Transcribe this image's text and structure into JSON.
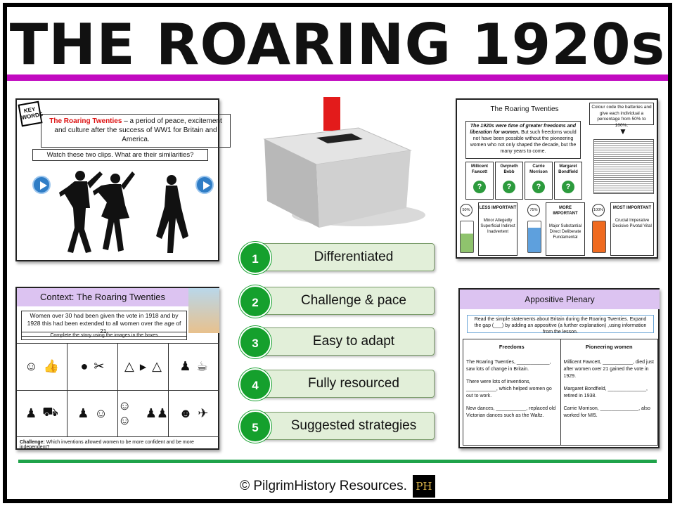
{
  "title": "THE ROARING 1920s",
  "footer": {
    "text": "© PilgrimHistory Resources.",
    "logo": "PH"
  },
  "colors": {
    "title_bar": "#c10ac0",
    "bottom_bar": "#1fa34a",
    "number_badge": "#15a02d",
    "pill": "#e2efd9",
    "header_purple": "#dcc3f1"
  },
  "features": [
    {
      "num": "1",
      "label": "Differentiated"
    },
    {
      "num": "2",
      "label": "Challenge & pace"
    },
    {
      "num": "3",
      "label": "Easy to adapt"
    },
    {
      "num": "4",
      "label": "Fully resourced"
    },
    {
      "num": "5",
      "label": "Suggested strategies"
    }
  ],
  "card1": {
    "key_words": "KEY WORDS",
    "term": "The Roaring Twenties",
    "definition": " – a period of peace, excitement and culture after the success of WW1 for Britain and America.",
    "clip_prompt": "Watch these two clips. What are their similarities?"
  },
  "card2": {
    "heading": "The Roaring Twenties",
    "intro_bold": "The 1920s were time of greater freedoms and liberation for women.",
    "intro_rest": " But such freedoms would not have been possible without the pioneering women who not only shaped the decade, but the many years to come.",
    "note": "Colour code the batteries and give each individual a percentage from 50% to 100%.",
    "names": [
      "Millicent Fawcett",
      "Gwyneth Bebb",
      "Carrie Morrison",
      "Margaret Bondfield"
    ],
    "levels": [
      {
        "pct": "50%",
        "heading": "LESS IMPORTANT",
        "words": "Minor Allegedly Superficial Indirect Inadvertent"
      },
      {
        "pct": "75%",
        "heading": "MORE IMPORTANT",
        "words": "Major Substantial Direct Deliberate Fundamental"
      },
      {
        "pct": "100%",
        "heading": "MOST IMPORTANT",
        "words": "Crucial Imperative Decisive Pivotal Vital"
      }
    ]
  },
  "card3": {
    "heading": "Context: The Roaring Twenties",
    "text": "Women over 30 had been given the vote in 1918 and by 1928 this had been extended to all women over the age of 21.",
    "complete": "Complete the story using the images in the boxes",
    "challenge_label": "Challenge:",
    "challenge": " Which inventions allowed women to be more confident and be more independent?"
  },
  "card4": {
    "heading": "Appositive Plenary",
    "instruction": "Read the simple statements about Britain during the Roaring Twenties. Expand the gap (___) by adding an appositive (a further explanation) ,using information from the lesson.",
    "col1_title": "Freedoms",
    "col1": [
      "The Roaring Twenties, ____________, saw lots of change in Britain.",
      "There were lots of inventions, ___________, which helped women go out to work.",
      "New dances, ___________, replaced old Victorian dances such as the Waltz."
    ],
    "col2_title": "Pioneering women",
    "col2": [
      "Millicent Fawcett, ___________, died just after women over 21 gained the vote in 1929.",
      "Margaret Bondfield, ______________, retired in 1938.",
      "Carrie Morrison, ______________, also worked for MI5."
    ]
  }
}
